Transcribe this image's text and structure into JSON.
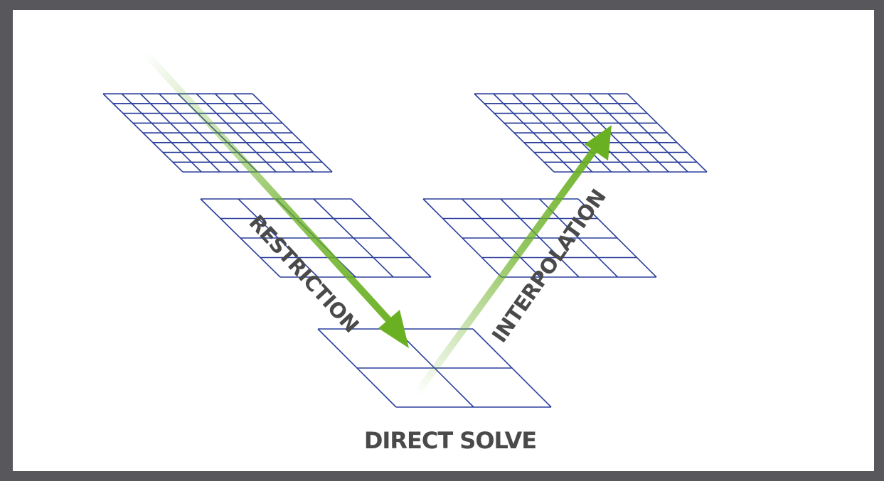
{
  "diagram": {
    "labels": {
      "restriction": "RESTRICTION",
      "interpolation": "INTERPOLATION",
      "direct_solve": "DIRECT SOLVE"
    },
    "grids": [
      {
        "name": "fine-grid-left",
        "cells": 8
      },
      {
        "name": "medium-grid-left",
        "cells": 4
      },
      {
        "name": "coarse-grid-bottom",
        "cells": 2
      },
      {
        "name": "medium-grid-right",
        "cells": 4
      },
      {
        "name": "fine-grid-right",
        "cells": 8
      }
    ],
    "colors": {
      "grid_line": "#2b3f9c",
      "arrow": "#6ab023",
      "label": "#4a4a4a",
      "frame": "#58575c",
      "panel": "#ffffff"
    }
  }
}
